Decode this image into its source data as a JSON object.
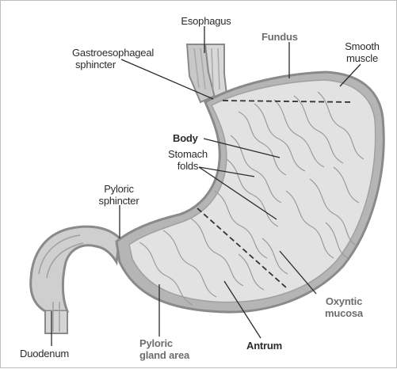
{
  "labels": {
    "esophagus": "Esophagus",
    "fundus": "Fundus",
    "smooth_muscle": [
      "Smooth",
      "muscle"
    ],
    "gastroesophageal_sphincter": [
      "Gastroesophageal",
      "sphincter"
    ],
    "body": "Body",
    "stomach_folds": [
      "Stomach",
      "folds"
    ],
    "pyloric_sphincter": [
      "Pyloric",
      "sphincter"
    ],
    "oxyntic_mucosa": [
      "Oxyntic",
      "mucosa"
    ],
    "duodenum": "Duodenum",
    "pyloric_gland_area": [
      "Pyloric",
      "gland area"
    ],
    "antrum": "Antrum"
  },
  "colors": {
    "outer_wall": "#8a8a8a",
    "muscle_layer": "#b5b5b5",
    "mucosa": "#e2e2e2",
    "fold_lines": "#9b9b9b",
    "label_dark": "#2b2b2b",
    "label_gray": "#6d6d6d"
  }
}
